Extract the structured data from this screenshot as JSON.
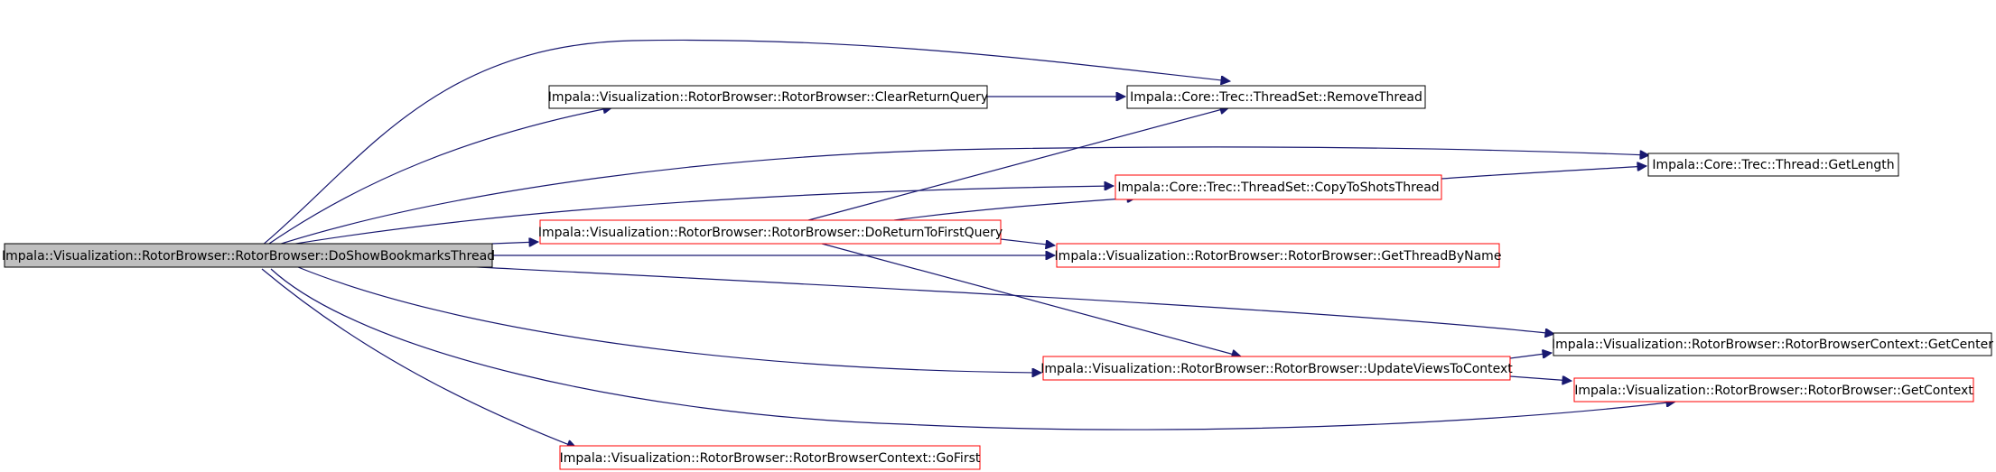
{
  "diagram": {
    "colors": {
      "edge": "#191970",
      "root_fill": "#bfbfbf",
      "node_border_black": "#000000",
      "node_border_red": "#ff0000"
    },
    "nodes": [
      {
        "id": "root",
        "label": "Impala::Visualization::RotorBrowser::RotorBrowser::DoShowBookmarksThread",
        "style": "root"
      },
      {
        "id": "clearReturnQuery",
        "label": "Impala::Visualization::RotorBrowser::RotorBrowser::ClearReturnQuery",
        "style": "black"
      },
      {
        "id": "removeThread",
        "label": "Impala::Core::Trec::ThreadSet::RemoveThread",
        "style": "black"
      },
      {
        "id": "getLength",
        "label": "Impala::Core::Trec::Thread::GetLength",
        "style": "black"
      },
      {
        "id": "copyToShots",
        "label": "Impala::Core::Trec::ThreadSet::CopyToShotsThread",
        "style": "red"
      },
      {
        "id": "doReturn",
        "label": "Impala::Visualization::RotorBrowser::RotorBrowser::DoReturnToFirstQuery",
        "style": "red"
      },
      {
        "id": "getThreadByName",
        "label": "Impala::Visualization::RotorBrowser::RotorBrowser::GetThreadByName",
        "style": "red"
      },
      {
        "id": "getCenter",
        "label": "Impala::Visualization::RotorBrowser::RotorBrowserContext::GetCenter",
        "style": "black"
      },
      {
        "id": "updateViews",
        "label": "Impala::Visualization::RotorBrowser::RotorBrowser::UpdateViewsToContext",
        "style": "red"
      },
      {
        "id": "getContext",
        "label": "Impala::Visualization::RotorBrowser::RotorBrowser::GetContext",
        "style": "red"
      },
      {
        "id": "goFirst",
        "label": "Impala::Visualization::RotorBrowser::RotorBrowserContext::GoFirst",
        "style": "red"
      }
    ],
    "edges": [
      {
        "from": "root",
        "to": "removeThread"
      },
      {
        "from": "root",
        "to": "clearReturnQuery"
      },
      {
        "from": "root",
        "to": "getLength"
      },
      {
        "from": "root",
        "to": "copyToShots"
      },
      {
        "from": "root",
        "to": "doReturn"
      },
      {
        "from": "root",
        "to": "getThreadByName"
      },
      {
        "from": "root",
        "to": "getCenter"
      },
      {
        "from": "root",
        "to": "updateViews"
      },
      {
        "from": "root",
        "to": "getContext"
      },
      {
        "from": "root",
        "to": "goFirst"
      },
      {
        "from": "clearReturnQuery",
        "to": "removeThread"
      },
      {
        "from": "copyToShots",
        "to": "getLength"
      },
      {
        "from": "doReturn",
        "to": "removeThread"
      },
      {
        "from": "doReturn",
        "to": "copyToShots"
      },
      {
        "from": "doReturn",
        "to": "getThreadByName"
      },
      {
        "from": "doReturn",
        "to": "updateViews"
      },
      {
        "from": "updateViews",
        "to": "getCenter"
      },
      {
        "from": "updateViews",
        "to": "getContext"
      }
    ]
  }
}
